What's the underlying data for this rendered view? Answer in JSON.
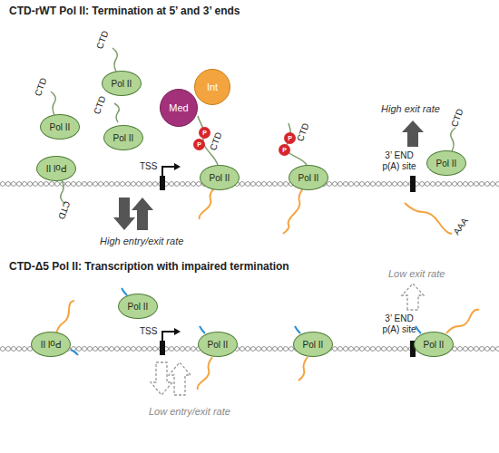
{
  "diagram": {
    "nodes": [
      {
        "text": [
          "Pol II"
        ]
      },
      {
        "text": [
          "Pol II"
        ]
      },
      {
        "text": [
          "Pol II"
        ]
      },
      {
        "text": [
          "Med"
        ]
      },
      {
        "text": [
          "Int"
        ]
      },
      {
        "text": [
          "Pol II"
        ]
      },
      {
        "text": [
          "P"
        ]
      },
      {
        "text": [
          "P"
        ]
      },
      {
        "text": [
          "Pol II"
        ]
      },
      {
        "text": [
          "P"
        ]
      },
      {
        "text": [
          "P"
        ]
      },
      {
        "text": [
          "Pol II"
        ]
      },
      {
        "text": [
          "Pol II"
        ]
      },
      {
        "text": [
          "Pol II"
        ]
      },
      {
        "text": [
          "Pol II"
        ]
      },
      {
        "text": [
          "Pol II"
        ]
      },
      {
        "text": [
          "Pol II"
        ]
      },
      {
        "text": [
          "Pol II"
        ]
      }
    ],
    "labels": [
      "CTD-rWT Pol II: Termination at 5’ and 3’ ends",
      "CTD",
      "CTD",
      "CTD",
      "CTD",
      "CTD",
      "CTD",
      "TSS",
      "3’ END p(A) site",
      "High exit rate",
      "CTD",
      "AAA",
      "High entry/exit rate",
      "CTD-Δ5 Pol II: Transcription with impaired termination",
      "TSS",
      "3’ END p(A) site",
      "Low exit rate",
      "Low entry/exit rate"
    ]
  }
}
